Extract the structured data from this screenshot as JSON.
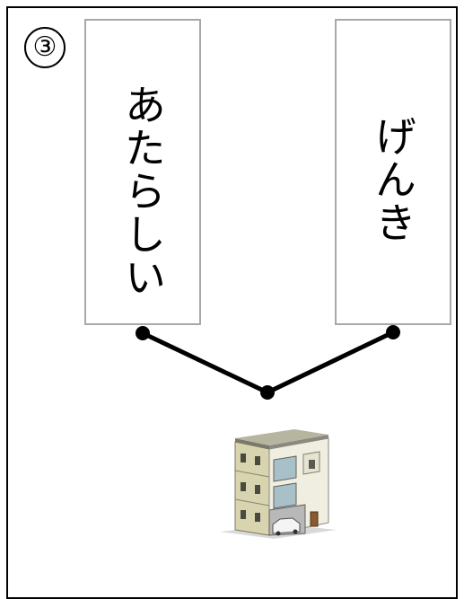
{
  "badge": {
    "number": "③"
  },
  "cards": {
    "left": {
      "word": "あたらしい"
    },
    "right": {
      "word": "げんき"
    }
  },
  "illustration": {
    "icon": "house-icon"
  }
}
